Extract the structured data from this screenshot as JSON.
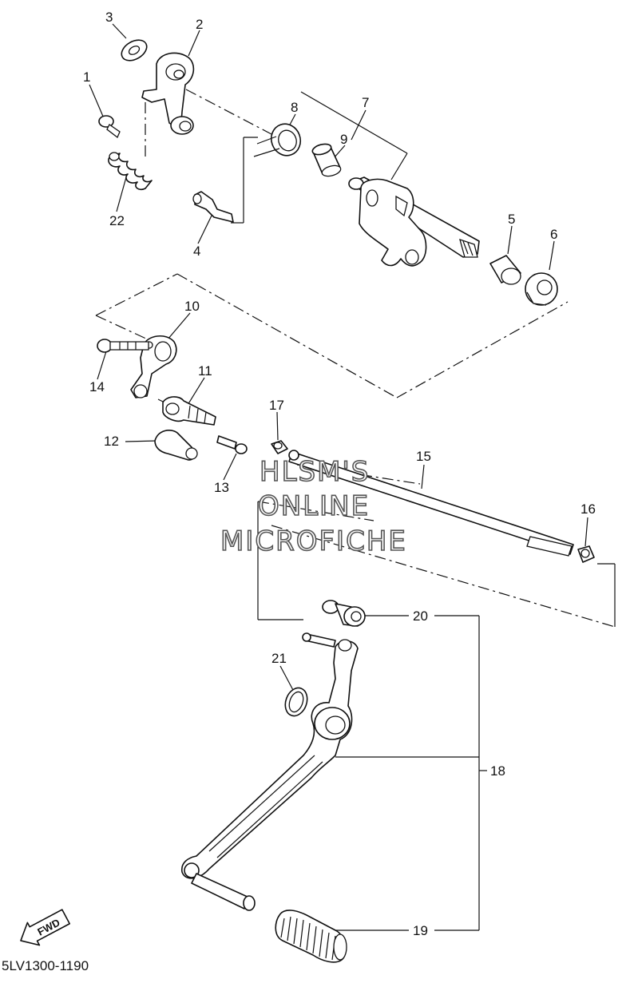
{
  "callouts": [
    {
      "id": "c1",
      "text": "1"
    },
    {
      "id": "c2",
      "text": "2"
    },
    {
      "id": "c3",
      "text": "3"
    },
    {
      "id": "c4",
      "text": "4"
    },
    {
      "id": "c5",
      "text": "5"
    },
    {
      "id": "c6",
      "text": "6"
    },
    {
      "id": "c7",
      "text": "7"
    },
    {
      "id": "c8",
      "text": "8"
    },
    {
      "id": "c9",
      "text": "9"
    },
    {
      "id": "c10",
      "text": "10"
    },
    {
      "id": "c11",
      "text": "11"
    },
    {
      "id": "c12",
      "text": "12"
    },
    {
      "id": "c13",
      "text": "13"
    },
    {
      "id": "c14",
      "text": "14"
    },
    {
      "id": "c15",
      "text": "15"
    },
    {
      "id": "c16",
      "text": "16"
    },
    {
      "id": "c17",
      "text": "17"
    },
    {
      "id": "c18",
      "text": "18"
    },
    {
      "id": "c19",
      "text": "19"
    },
    {
      "id": "c20",
      "text": "20"
    },
    {
      "id": "c21",
      "text": "21"
    },
    {
      "id": "c22",
      "text": "22"
    }
  ],
  "watermark": {
    "line1": "HLSM'S",
    "line2": "ONLINE",
    "line3": "MICROFICHE"
  },
  "direction_badge": "FWD",
  "reference_code": "5LV1300-1190"
}
